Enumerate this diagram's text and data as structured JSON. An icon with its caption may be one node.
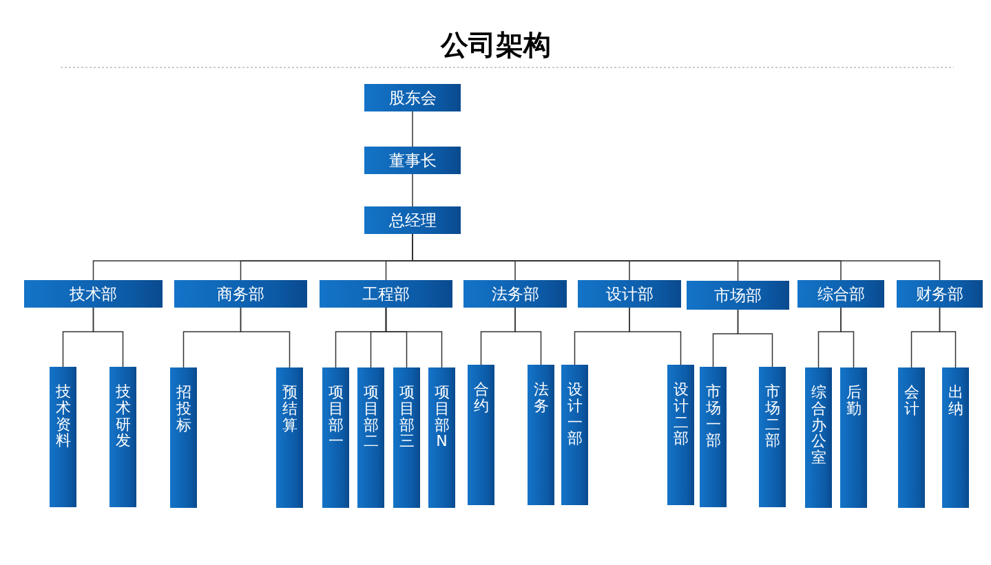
{
  "diagram": {
    "title": "公司架构",
    "nodes": [
      {
        "text": [
          "股东会"
        ]
      },
      {
        "text": [
          "董事长"
        ]
      },
      {
        "text": [
          "总经理"
        ]
      },
      {
        "text": [
          "技术部"
        ]
      },
      {
        "text": [
          "商务部"
        ]
      },
      {
        "text": [
          "工程部"
        ]
      },
      {
        "text": [
          "法务部"
        ]
      },
      {
        "text": [
          "设计部"
        ]
      },
      {
        "text": [
          "市场部"
        ]
      },
      {
        "text": [
          "综合部"
        ]
      },
      {
        "text": [
          "财务部"
        ]
      },
      {
        "text": [
          "技术资料"
        ]
      },
      {
        "text": [
          "技术研发"
        ]
      },
      {
        "text": [
          "招投标"
        ]
      },
      {
        "text": [
          "预结算"
        ]
      },
      {
        "text": [
          "项目部一"
        ]
      },
      {
        "text": [
          "项目部二"
        ]
      },
      {
        "text": [
          "项目部三"
        ]
      },
      {
        "text": [
          "项目部N"
        ]
      },
      {
        "text": [
          "合约"
        ]
      },
      {
        "text": [
          "法务"
        ]
      },
      {
        "text": [
          "设计一部"
        ]
      },
      {
        "text": [
          "设计二部"
        ]
      },
      {
        "text": [
          "市场一部"
        ]
      },
      {
        "text": [
          "市场二部"
        ]
      },
      {
        "text": [
          "综合办公室"
        ]
      },
      {
        "text": [
          "后勤"
        ]
      },
      {
        "text": [
          "会计"
        ]
      },
      {
        "text": [
          "出纳"
        ]
      }
    ],
    "edges": [
      {
        "from": 0,
        "to": 1,
        "arrow": "none"
      },
      {
        "from": 1,
        "to": 2,
        "arrow": "none"
      },
      {
        "from": 2,
        "to": 3,
        "arrow": "none"
      },
      {
        "from": 2,
        "to": 4,
        "arrow": "none"
      },
      {
        "from": 2,
        "to": 5,
        "arrow": "none"
      },
      {
        "from": 2,
        "to": 6,
        "arrow": "none"
      },
      {
        "from": 2,
        "to": 7,
        "arrow": "none"
      },
      {
        "from": 2,
        "to": 8,
        "arrow": "none"
      },
      {
        "from": 2,
        "to": 9,
        "arrow": "none"
      },
      {
        "from": 2,
        "to": 10,
        "arrow": "none"
      },
      {
        "from": 3,
        "to": 11,
        "arrow": "none"
      },
      {
        "from": 3,
        "to": 12,
        "arrow": "none"
      },
      {
        "from": 4,
        "to": 13,
        "arrow": "none"
      },
      {
        "from": 4,
        "to": 14,
        "arrow": "none"
      },
      {
        "from": 5,
        "to": 15,
        "arrow": "none"
      },
      {
        "from": 5,
        "to": 16,
        "arrow": "none"
      },
      {
        "from": 5,
        "to": 17,
        "arrow": "none"
      },
      {
        "from": 5,
        "to": 18,
        "arrow": "none"
      },
      {
        "from": 6,
        "to": 19,
        "arrow": "none"
      },
      {
        "from": 6,
        "to": 20,
        "arrow": "none"
      },
      {
        "from": 7,
        "to": 21,
        "arrow": "none"
      },
      {
        "from": 7,
        "to": 22,
        "arrow": "none"
      },
      {
        "from": 8,
        "to": 23,
        "arrow": "none"
      },
      {
        "from": 8,
        "to": 24,
        "arrow": "none"
      },
      {
        "from": 9,
        "to": 25,
        "arrow": "none"
      },
      {
        "from": 9,
        "to": 26,
        "arrow": "none"
      },
      {
        "from": 10,
        "to": 27,
        "arrow": "none"
      },
      {
        "from": 10,
        "to": 28,
        "arrow": "none"
      }
    ]
  }
}
